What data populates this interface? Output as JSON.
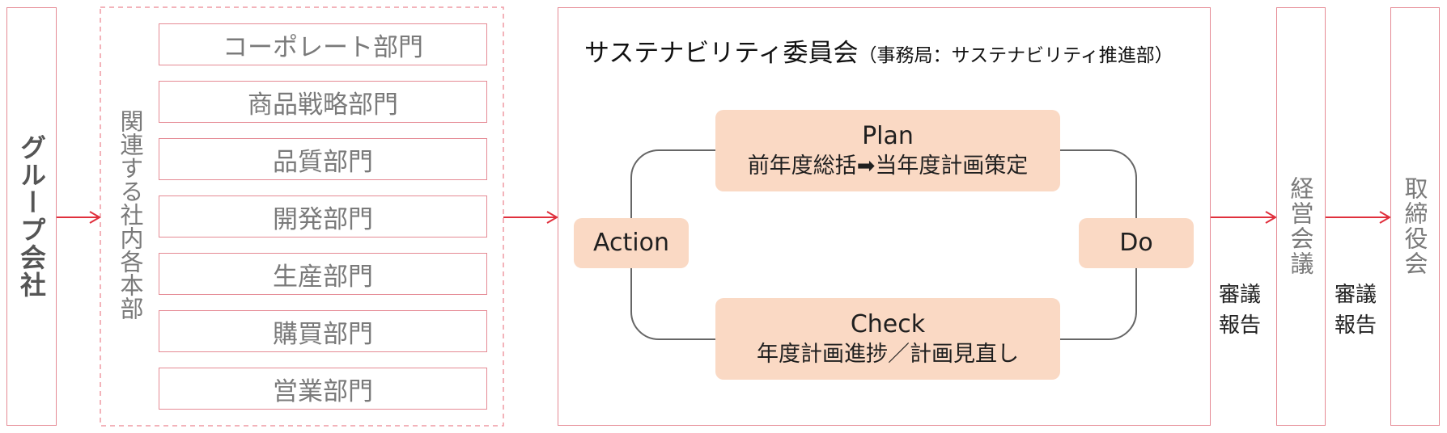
{
  "group_company": "グループ会社",
  "related_departments_label": "関連する社内各本部",
  "departments": [
    "コーポレート部門",
    "商品戦略部門",
    "品質部門",
    "開発部門",
    "生産部門",
    "購買部門",
    "営業部門"
  ],
  "committee": {
    "title": "サステナビリティ委員会",
    "secretariat": "（事務局：サステナビリティ推進部）"
  },
  "pdca": {
    "plan": {
      "title": "Plan",
      "sub_before": "前年度総括",
      "arrow": "➡",
      "sub_after": "当年度計画策定"
    },
    "do": {
      "title": "Do"
    },
    "check": {
      "title": "Check",
      "sub": "年度計画進捗／計画見直し"
    },
    "action": {
      "title": "Action"
    }
  },
  "flow_labels": [
    {
      "line1": "審議",
      "line2": "報告"
    },
    {
      "line1": "審議",
      "line2": "報告"
    }
  ],
  "management_meeting": "経営会議",
  "board_of_directors": "取締役会",
  "colors": {
    "box_border": "#e58a94",
    "arrow": "#e0303d",
    "pdca_fill": "#fad9c4",
    "cycle_line": "#666666",
    "muted_text": "#7a7a7a"
  }
}
